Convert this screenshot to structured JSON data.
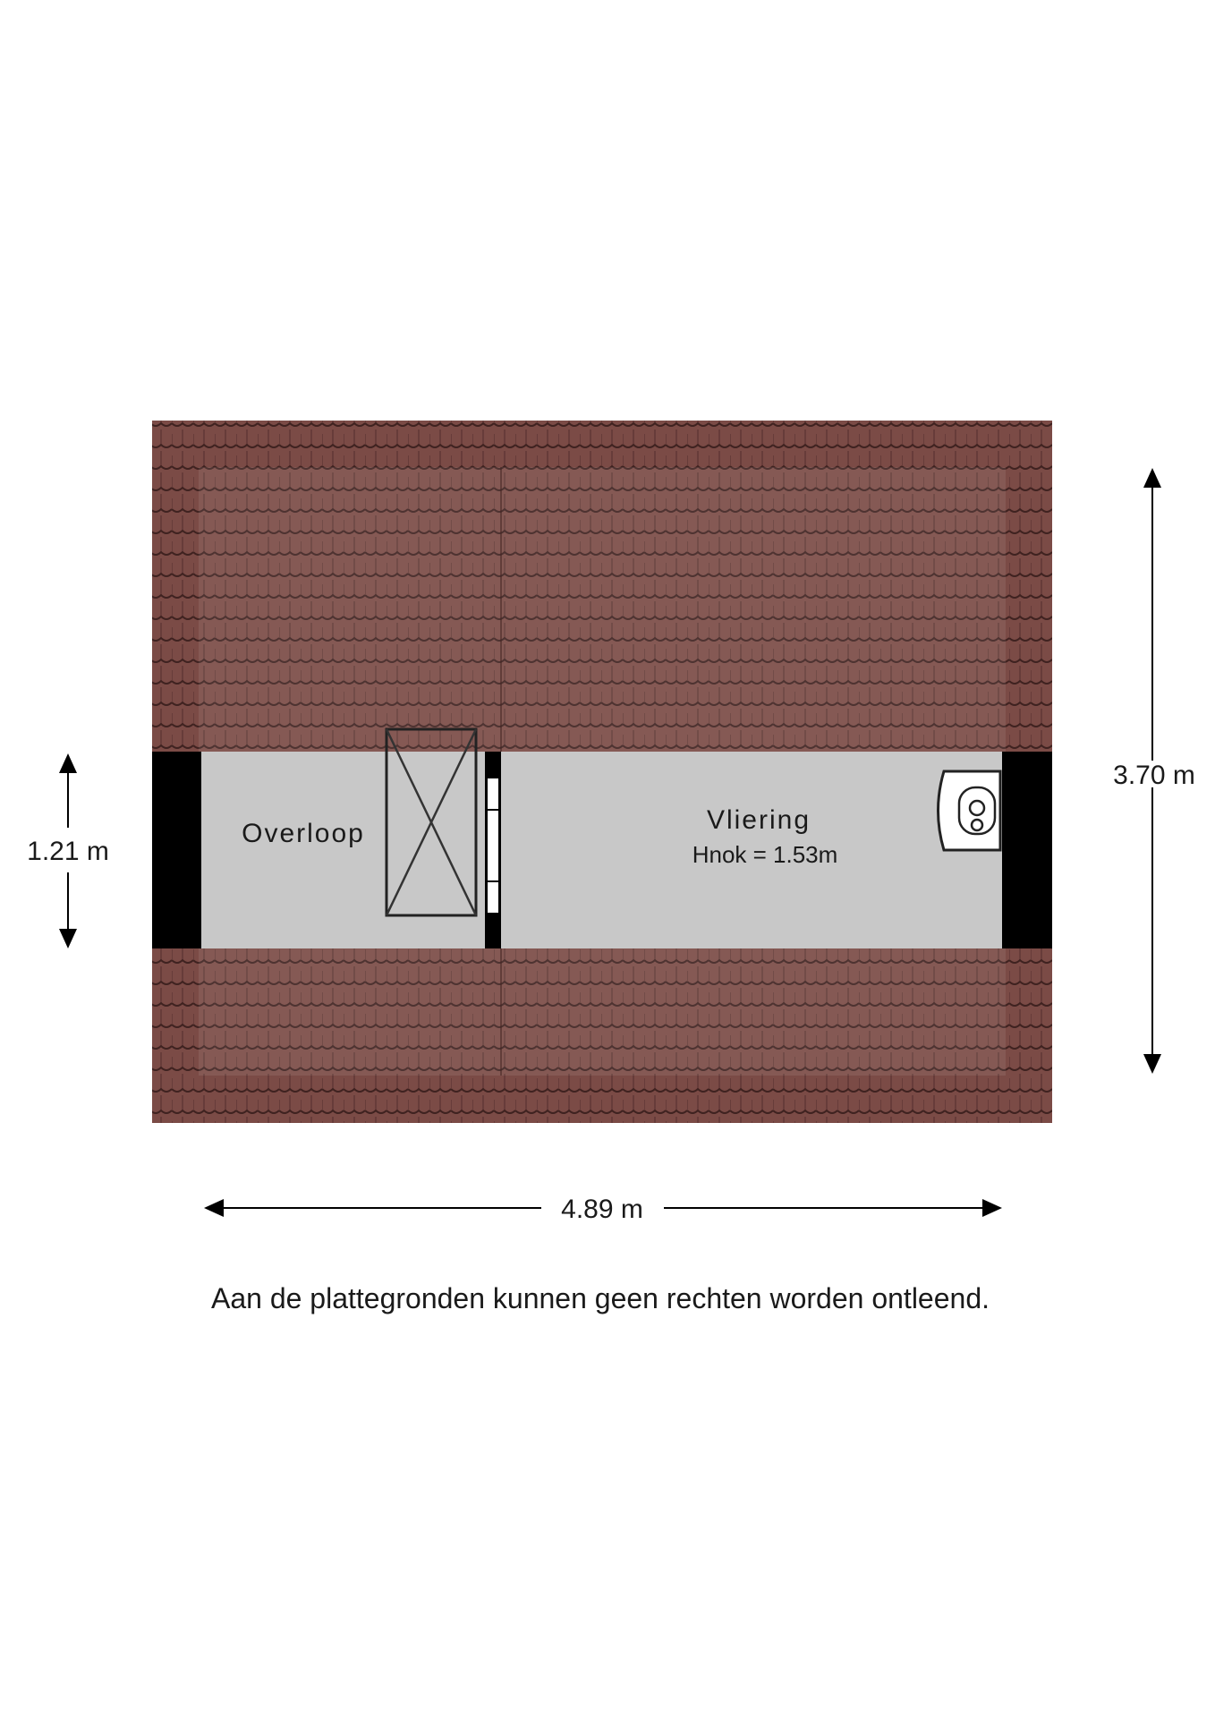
{
  "floorplan": {
    "rooms": [
      {
        "id": "overloop",
        "name": "Overloop"
      },
      {
        "id": "vliering",
        "name": "Vliering",
        "subtitle": "Hnok = 1.53m"
      }
    ],
    "dimensions": {
      "width": "4.89 m",
      "depth": "3.70 m",
      "room_depth": "1.21 m"
    },
    "disclaimer": "Aan de plattegronden kunnen geen rechten worden ontleend.",
    "colors": {
      "roof_tile": "#7a4a45",
      "roof_tile_dark": "#4e2a27",
      "floor": "#c8c8c8",
      "wall": "#000000"
    },
    "icons": [
      "roof-tiles",
      "staircase-opening",
      "boiler-icon"
    ]
  }
}
